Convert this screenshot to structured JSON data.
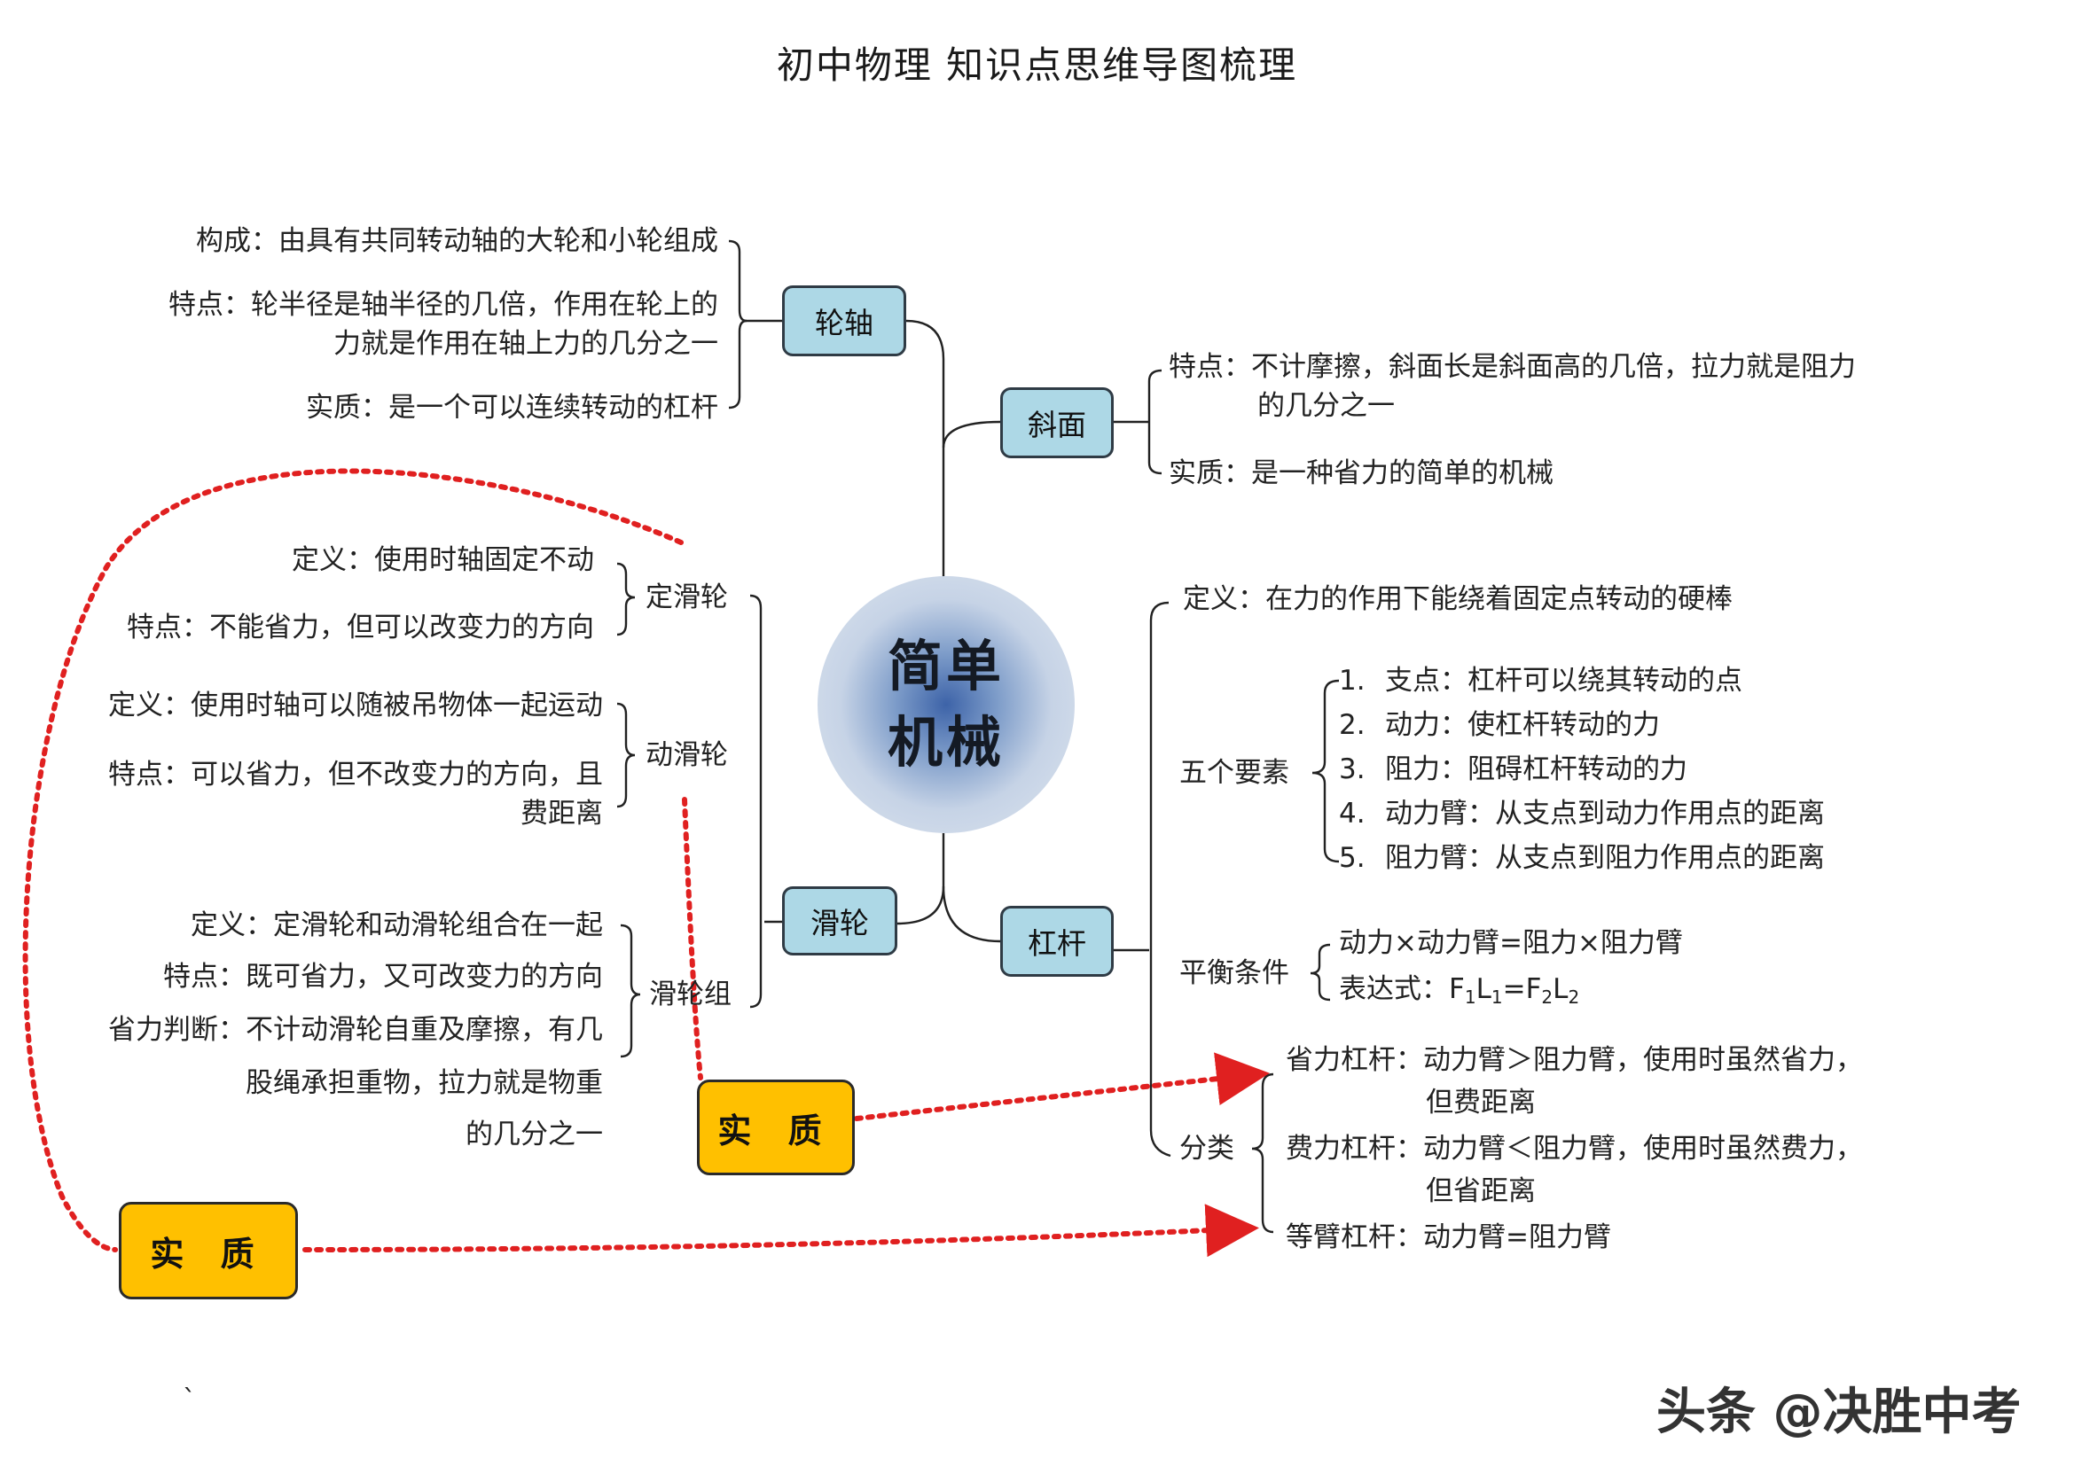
{
  "title": "初中物理  知识点思维导图梳理",
  "center": {
    "line1": "简单",
    "line2": "机械"
  },
  "colors": {
    "node_fill": "#add8e6",
    "highlight_fill": "#ffc000",
    "dotted_arrow": "#e02020"
  },
  "lunzhou": {
    "label": "轮轴",
    "composition": "构成：由具有共同转动轴的大轮和小轮组成",
    "feature_1": "特点：轮半径是轴半径的几倍，作用在轮上的",
    "feature_2": "力就是作用在轴上力的几分之一",
    "essence": "实质：是一个可以连续转动的杠杆"
  },
  "xiemian": {
    "label": "斜面",
    "feature_1": "特点：不计摩擦，斜面长是斜面高的几倍，拉力就是阻力",
    "feature_2": "的几分之一",
    "essence": "实质：是一种省力的简单的机械"
  },
  "huachelun": {
    "label": "滑轮",
    "fixed": {
      "label": "定滑轮",
      "definition": "定义：使用时轴固定不动",
      "feature": "特点：不能省力，但可以改变力的方向"
    },
    "movable": {
      "label": "动滑轮",
      "definition": "定义：使用时轴可以随被吊物体一起运动",
      "feature_1": "特点：可以省力，但不改变力的方向，且",
      "feature_2": "费距离"
    },
    "block": {
      "label": "滑轮组",
      "definition": "定义：定滑轮和动滑轮组合在一起",
      "feature": "特点：既可省力，又可改变力的方向",
      "judge_1": "省力判断：不计动滑轮自重及摩擦，有几",
      "judge_2": "股绳承担重物，拉力就是物重",
      "judge_3": "的几分之一"
    }
  },
  "ganggan": {
    "label": "杠杆",
    "definition": "定义：在力的作用下能绕着固定点转动的硬棒",
    "elements_label": "五个要素",
    "elements": [
      {
        "num": "1.",
        "text": "支点：杠杆可以绕其转动的点"
      },
      {
        "num": "2.",
        "text": "动力：使杠杆转动的力"
      },
      {
        "num": "3.",
        "text": "阻力：阻碍杠杆转动的力"
      },
      {
        "num": "4.",
        "text": "动力臂：从支点到动力作用点的距离"
      },
      {
        "num": "5.",
        "text": "阻力臂：从支点到阻力作用点的距离"
      }
    ],
    "balance_label": "平衡条件",
    "balance_1": "动力×动力臂=阻力×阻力臂",
    "balance_2_prefix": "表达式：",
    "formula": {
      "F": "F",
      "one": "1",
      "L": "L",
      "eq": "=",
      "two": "2"
    },
    "class_label": "分类",
    "class_1a": "省力杠杆：动力臂＞阻力臂，使用时虽然省力，",
    "class_1b": "但费距离",
    "class_2a": "费力杠杆：动力臂＜阻力臂，使用时虽然费力，",
    "class_2b": "但省距离",
    "class_3": "等臂杠杆：动力臂=阻力臂"
  },
  "shizhi_1": "实 质",
  "shizhi_2": "实 质",
  "stray_mark": "`",
  "watermark": "头条 @决胜中考"
}
